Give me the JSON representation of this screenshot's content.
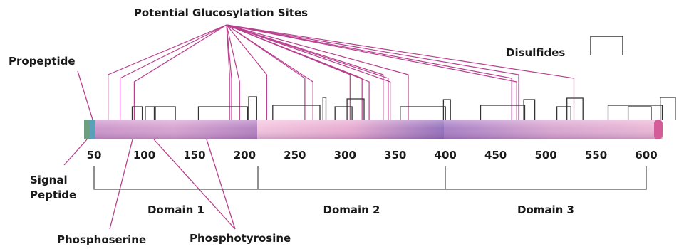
{
  "labels": {
    "glucosylation": "Potential Glucosylation Sites",
    "disulfides": "Disulfides",
    "propeptide": "Propeptide",
    "signal_line1": "Signal",
    "signal_line2": "Peptide",
    "phosphoserine": "Phosphoserine",
    "phosphotyrosine": "Phosphotyrosine"
  },
  "scale": {
    "ticks": [
      "50",
      "100",
      "150",
      "200",
      "250",
      "300",
      "350",
      "400",
      "450",
      "500",
      "550",
      "600"
    ]
  },
  "domains": [
    {
      "label": "Domain 1",
      "start": 50,
      "end": 214
    },
    {
      "label": "Domain 2",
      "start": 214,
      "end": 417
    },
    {
      "label": "Domain 3",
      "start": 417,
      "end": 620
    }
  ],
  "glucosylation_sites": [
    64,
    76,
    90,
    185,
    187,
    195,
    222,
    260,
    268,
    305,
    317,
    324,
    338,
    343,
    345,
    363,
    466,
    471,
    473,
    528
  ],
  "disulfide_bonds": [
    [
      88,
      98
    ],
    [
      101,
      111
    ],
    [
      110,
      131
    ],
    [
      154,
      203
    ],
    [
      204,
      212
    ],
    [
      228,
      275
    ],
    [
      278,
      281
    ],
    [
      290,
      307
    ],
    [
      302,
      319
    ],
    [
      355,
      400
    ],
    [
      398,
      405
    ],
    [
      435,
      479
    ],
    [
      478,
      489
    ],
    [
      511,
      525
    ],
    [
      521,
      537
    ],
    [
      562,
      616
    ],
    [
      614,
      629
    ],
    [
      582,
      605
    ]
  ],
  "colors": {
    "glyco_line": "#b8408e",
    "bracket": "#333333",
    "scale_line": "#555555",
    "pink": "#ebb2cf",
    "purple": "#9a5eb3",
    "signal_green": "#6e9e80"
  }
}
